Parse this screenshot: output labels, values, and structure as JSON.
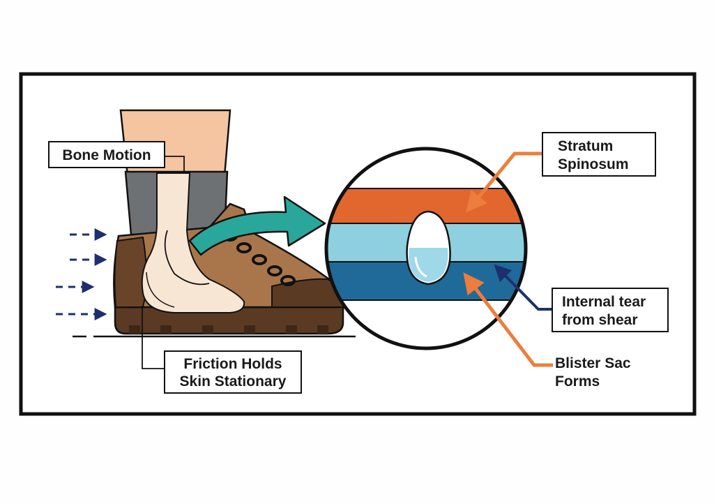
{
  "diagram": {
    "labels": {
      "bone_motion": "Bone Motion",
      "friction_line1": "Friction Holds",
      "friction_line2": "Skin Stationary",
      "stratum_line1": "Stratum",
      "stratum_line2": "Spinosum",
      "tear_line1": "Internal tear",
      "tear_line2": "from shear",
      "blister_line1": "Blister Sac",
      "blister_line2": "Forms"
    },
    "icons": [
      "motion-arrows-icon",
      "hiking-boot-icon",
      "ankle-bone-icon",
      "zoom-arrow-icon",
      "magnifier-circle-icon",
      "blister-icon"
    ],
    "colors": {
      "frame": "#111111",
      "skin": "#f4c5a0",
      "sock": "#6e7173",
      "boot_light": "#a9764b",
      "boot_dark": "#5a3a22",
      "bone": "#f8e6d4",
      "teal_arrow": "#2aa79b",
      "layer_top": "#e2672e",
      "layer_middle": "#8ed0df",
      "layer_bottom": "#1f6a98",
      "blister_fluid": "#9fd8e8",
      "leader_orange": "#ed7d3c",
      "leader_navy": "#1d2f6e",
      "motion_arrows": "#1d2f6e"
    }
  }
}
